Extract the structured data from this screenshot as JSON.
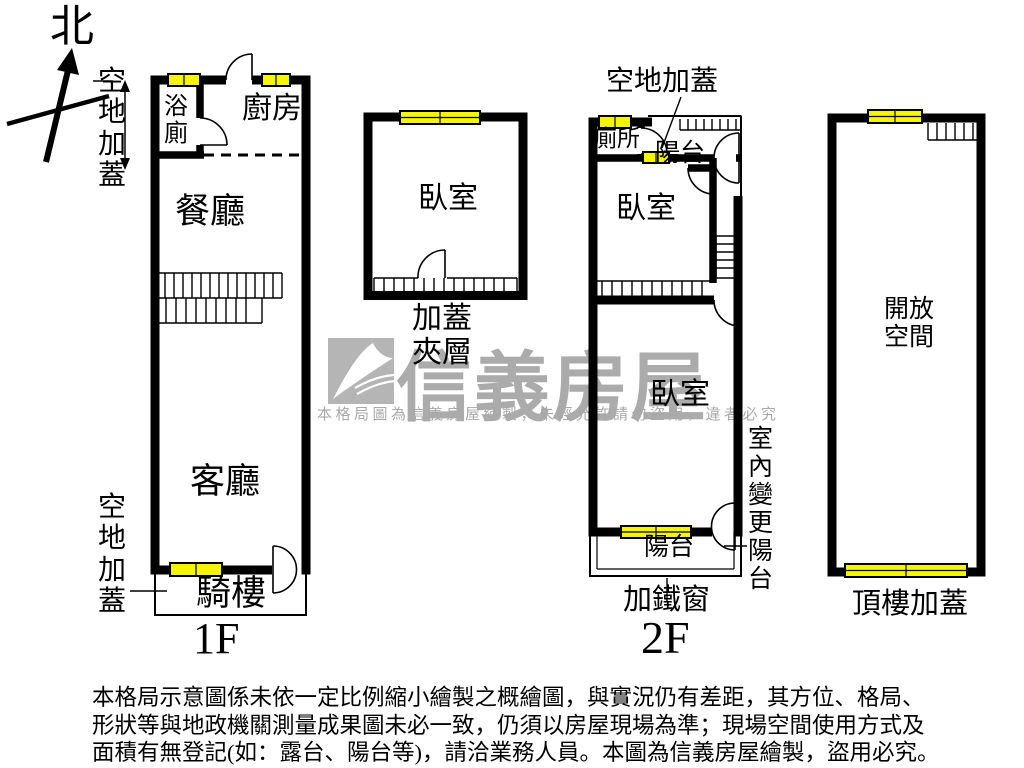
{
  "compass": {
    "north_label": "北"
  },
  "colors": {
    "wall": "#000000",
    "window_fill": "#f6f500",
    "watermark": "#ababab"
  },
  "floor1": {
    "annotation_top": "空地加蓋",
    "rooms": {
      "bath": "浴廁",
      "kitchen": "廚房",
      "dining": "餐廳",
      "living": "客廳",
      "arcade": "騎樓"
    },
    "annotation_bottom": "空地加蓋",
    "floor_label": "1F"
  },
  "mezzanine": {
    "bedroom": "臥室",
    "label": "加蓋夾層"
  },
  "floor2": {
    "annotation_top": "空地加蓋",
    "rooms": {
      "toilet": "廁所",
      "balcony_top": "陽台",
      "bedroom_front": "臥室",
      "bedroom_rear": "臥室",
      "balcony_bottom": "陽台"
    },
    "annotation_bottom": "加鐵窗",
    "annotation_right": "室內變更陽台",
    "floor_label": "2F"
  },
  "roof": {
    "open_space": "開放空間",
    "label": "頂樓加蓋"
  },
  "watermark": {
    "brand": "信義房屋",
    "notice": "本格局圖為信義房屋繪製，未經允許請勿盜用，違者必究"
  },
  "disclaimer": {
    "line1": "本格局示意圖係未依一定比例縮小繪製之概繪圖，與實況仍有差距，其方位、格局、",
    "line2": "形狀等與地政機關測量成果圖未必一致，仍須以房屋現場為準；現場空間使用方式及",
    "line3": "面積有無登記(如：露台、陽台等)，請洽業務人員。本圖為信義房屋繪製，盜用必究。"
  }
}
